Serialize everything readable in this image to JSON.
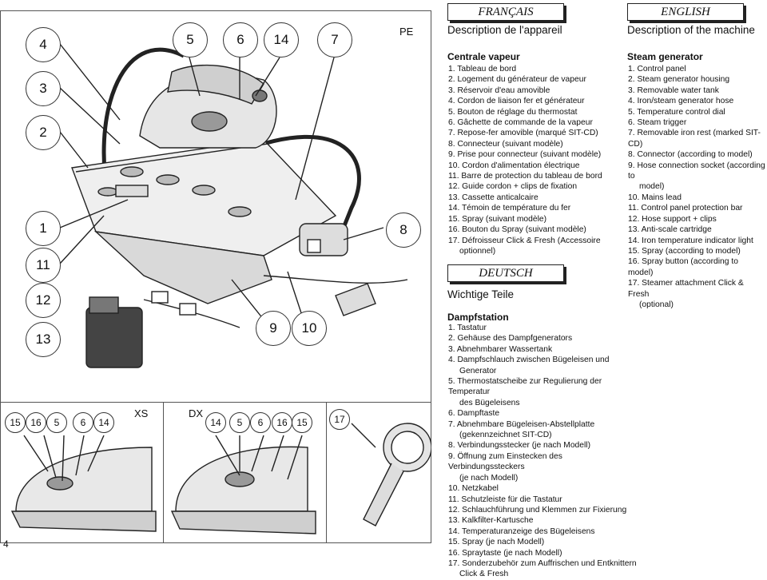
{
  "page_number": "4",
  "figure": {
    "model_main": "PE",
    "model_xs": "XS",
    "model_dx": "DX",
    "callouts_left": [
      "4",
      "3",
      "2",
      "1",
      "11",
      "12",
      "13"
    ],
    "callouts_top": [
      "5",
      "6",
      "14",
      "7"
    ],
    "callouts_mid": [
      "9",
      "10"
    ],
    "callout_right": "8",
    "xs_callouts": [
      "15",
      "16",
      "5",
      "6",
      "14"
    ],
    "dx_callouts": [
      "14",
      "5",
      "6",
      "16",
      "15"
    ],
    "acc_callout": "17"
  },
  "fr": {
    "lang": "FRANÇAIS",
    "title": "Description de l'appareil",
    "section": "Centrale vapeur",
    "items": [
      "1. Tableau de bord",
      "2. Logement du générateur de vapeur",
      "3. Réservoir d'eau amovible",
      "4. Cordon de liaison fer et générateur",
      "5. Bouton de réglage du thermostat",
      "6. Gâchette de commande de la vapeur",
      "7. Repose-fer amovible (marqué SIT-CD)",
      "8. Connecteur (suivant modèle)",
      "9. Prise pour connecteur (suivant modèle)",
      "10. Cordon d'alimentation électrique",
      "11. Barre de protection du tableau de bord",
      "12. Guide cordon + clips de fixation",
      "13. Cassette anticalcaire",
      "14. Témoin de température du fer",
      "15. Spray (suivant modèle)",
      "16. Bouton du Spray (suivant modèle)",
      "17. Défroisseur Click & Fresh (Accessoire",
      "optionnel)"
    ]
  },
  "de": {
    "lang": "DEUTSCH",
    "title": "Wichtige Teile",
    "section": "Dampfstation",
    "items": [
      "1. Tastatur",
      "2. Gehäuse des Dampfgenerators",
      "3. Abnehmbarer Wassertank",
      "4. Dampfschlauch zwischen Bügeleisen und",
      "Generator",
      "5. Thermostatscheibe zur Regulierung der Temperatur",
      "des Bügeleisens",
      "6. Dampftaste",
      "7. Abnehmbare Bügeleisen-Abstellplatte",
      "(gekennzeichnet SIT-CD)",
      "8. Verbindungsstecker (je nach Modell)",
      "9. Öffnung zum Einstecken des Verbindungssteckers",
      "(je nach Modell)",
      "10. Netzkabel",
      "11. Schutzleiste für die Tastatur",
      "12. Schlauchführung und Klemmen zur Fixierung",
      "13. Kalkfilter-Kartusche",
      "14. Temperaturanzeige des Bügeleisens",
      "15. Spray (je nach Modell)",
      "16. Spraytaste (je nach Modell)",
      "17. Sonderzubehör zum Auffrischen und Entknittern",
      "Click & Fresh"
    ]
  },
  "en": {
    "lang": "ENGLISH",
    "title": "Description of the machine",
    "section": "Steam generator",
    "items": [
      "1. Control panel",
      "2. Steam generator housing",
      "3. Removable water tank",
      "4. Iron/steam generator hose",
      "5. Temperature control dial",
      "6. Steam trigger",
      "7. Removable iron rest (marked SIT-CD)",
      "8. Connector (according to model)",
      "9. Hose connection socket (according to",
      "model)",
      "10. Mains lead",
      "11. Control panel protection bar",
      "12. Hose support + clips",
      "13. Anti-scale cartridge",
      "14. Iron temperature indicator light",
      "15. Spray (according to model)",
      "16. Spray button (according to model)",
      "17. Steamer attachment Click & Fresh",
      "(optional)"
    ]
  }
}
